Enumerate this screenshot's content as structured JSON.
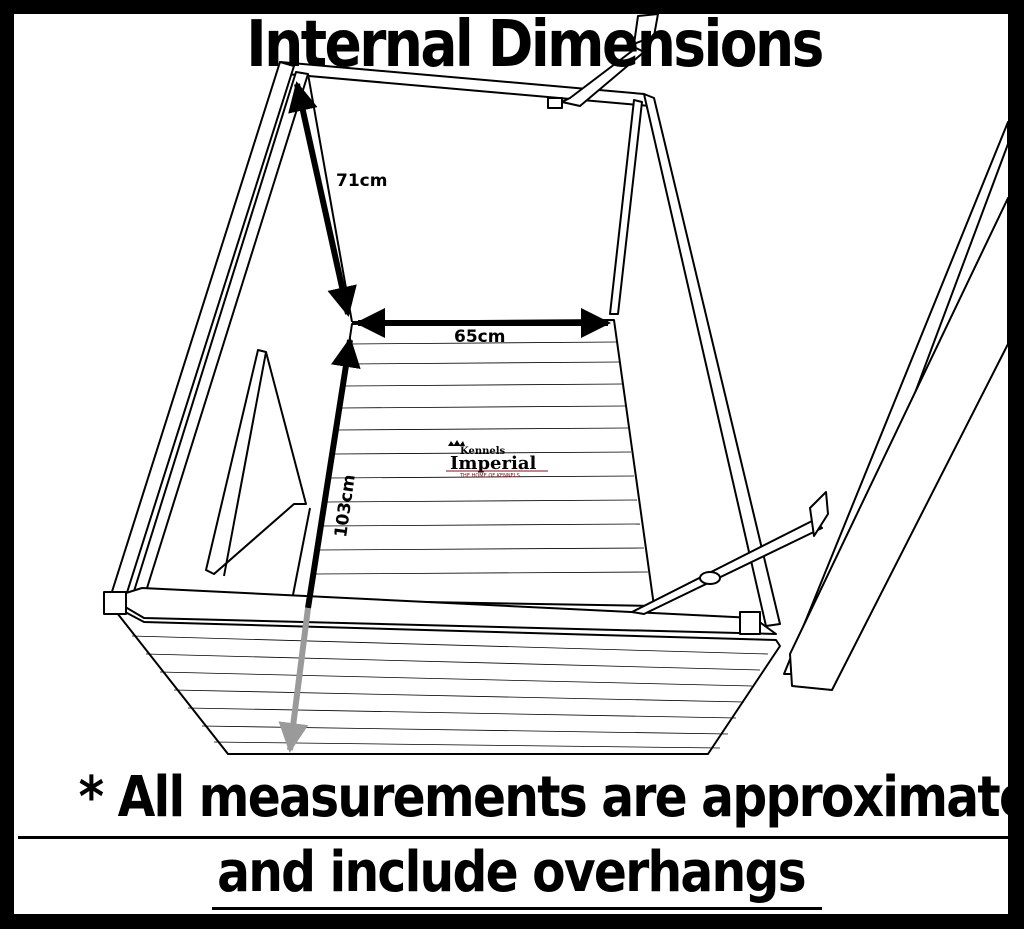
{
  "title": "Internal Dimensions",
  "dimensions": {
    "depth_label": "71cm",
    "width_label": "65cm",
    "length_label": "103cm"
  },
  "logo": {
    "top_text": "Kennels",
    "main_text": "Imperial",
    "tagline": "THE HOME OF KENNELS"
  },
  "notes": {
    "line1": "* All measurements are approximate",
    "line2": "and include overhangs"
  },
  "colors": {
    "background": "#ffffff",
    "border": "#000000",
    "arrow": "#000000",
    "arrow_faded": "#9a9a9a",
    "logo_accent": "#7a1010"
  }
}
